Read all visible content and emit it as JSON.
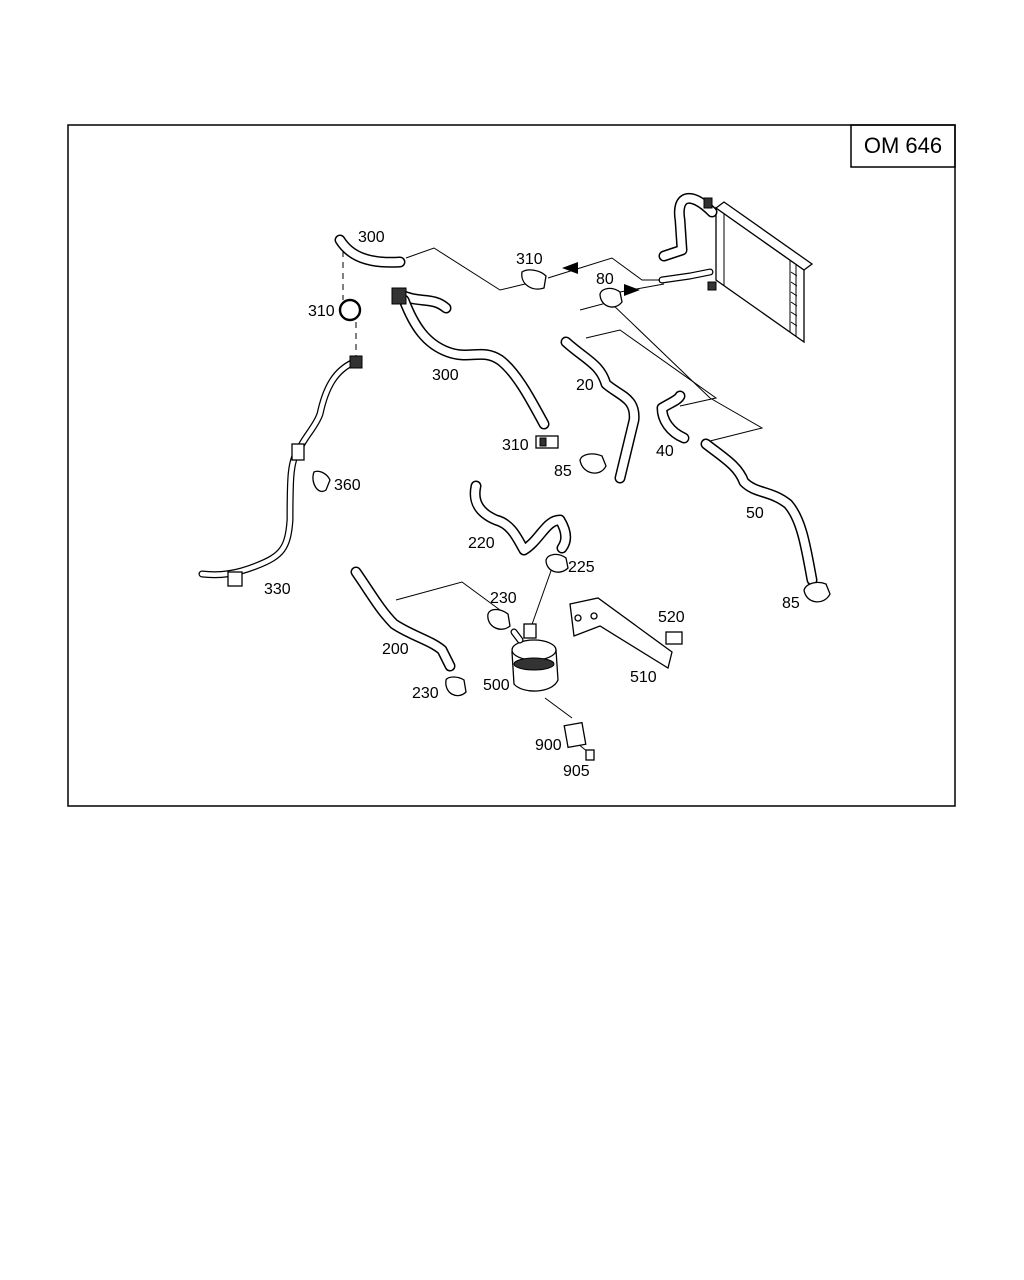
{
  "engine_label": "OM 646",
  "callouts": {
    "c300a": "300",
    "c310a": "310",
    "c310b": "310",
    "c80": "80",
    "c300b": "300",
    "c20": "20",
    "c310c": "310",
    "c85a": "85",
    "c40": "40",
    "c360": "360",
    "c50": "50",
    "c220": "220",
    "c225": "225",
    "c330": "330",
    "c230a": "230",
    "c520": "520",
    "c85b": "85",
    "c200": "200",
    "c510": "510",
    "c230b": "230",
    "c500": "500",
    "c900": "900",
    "c905": "905"
  }
}
